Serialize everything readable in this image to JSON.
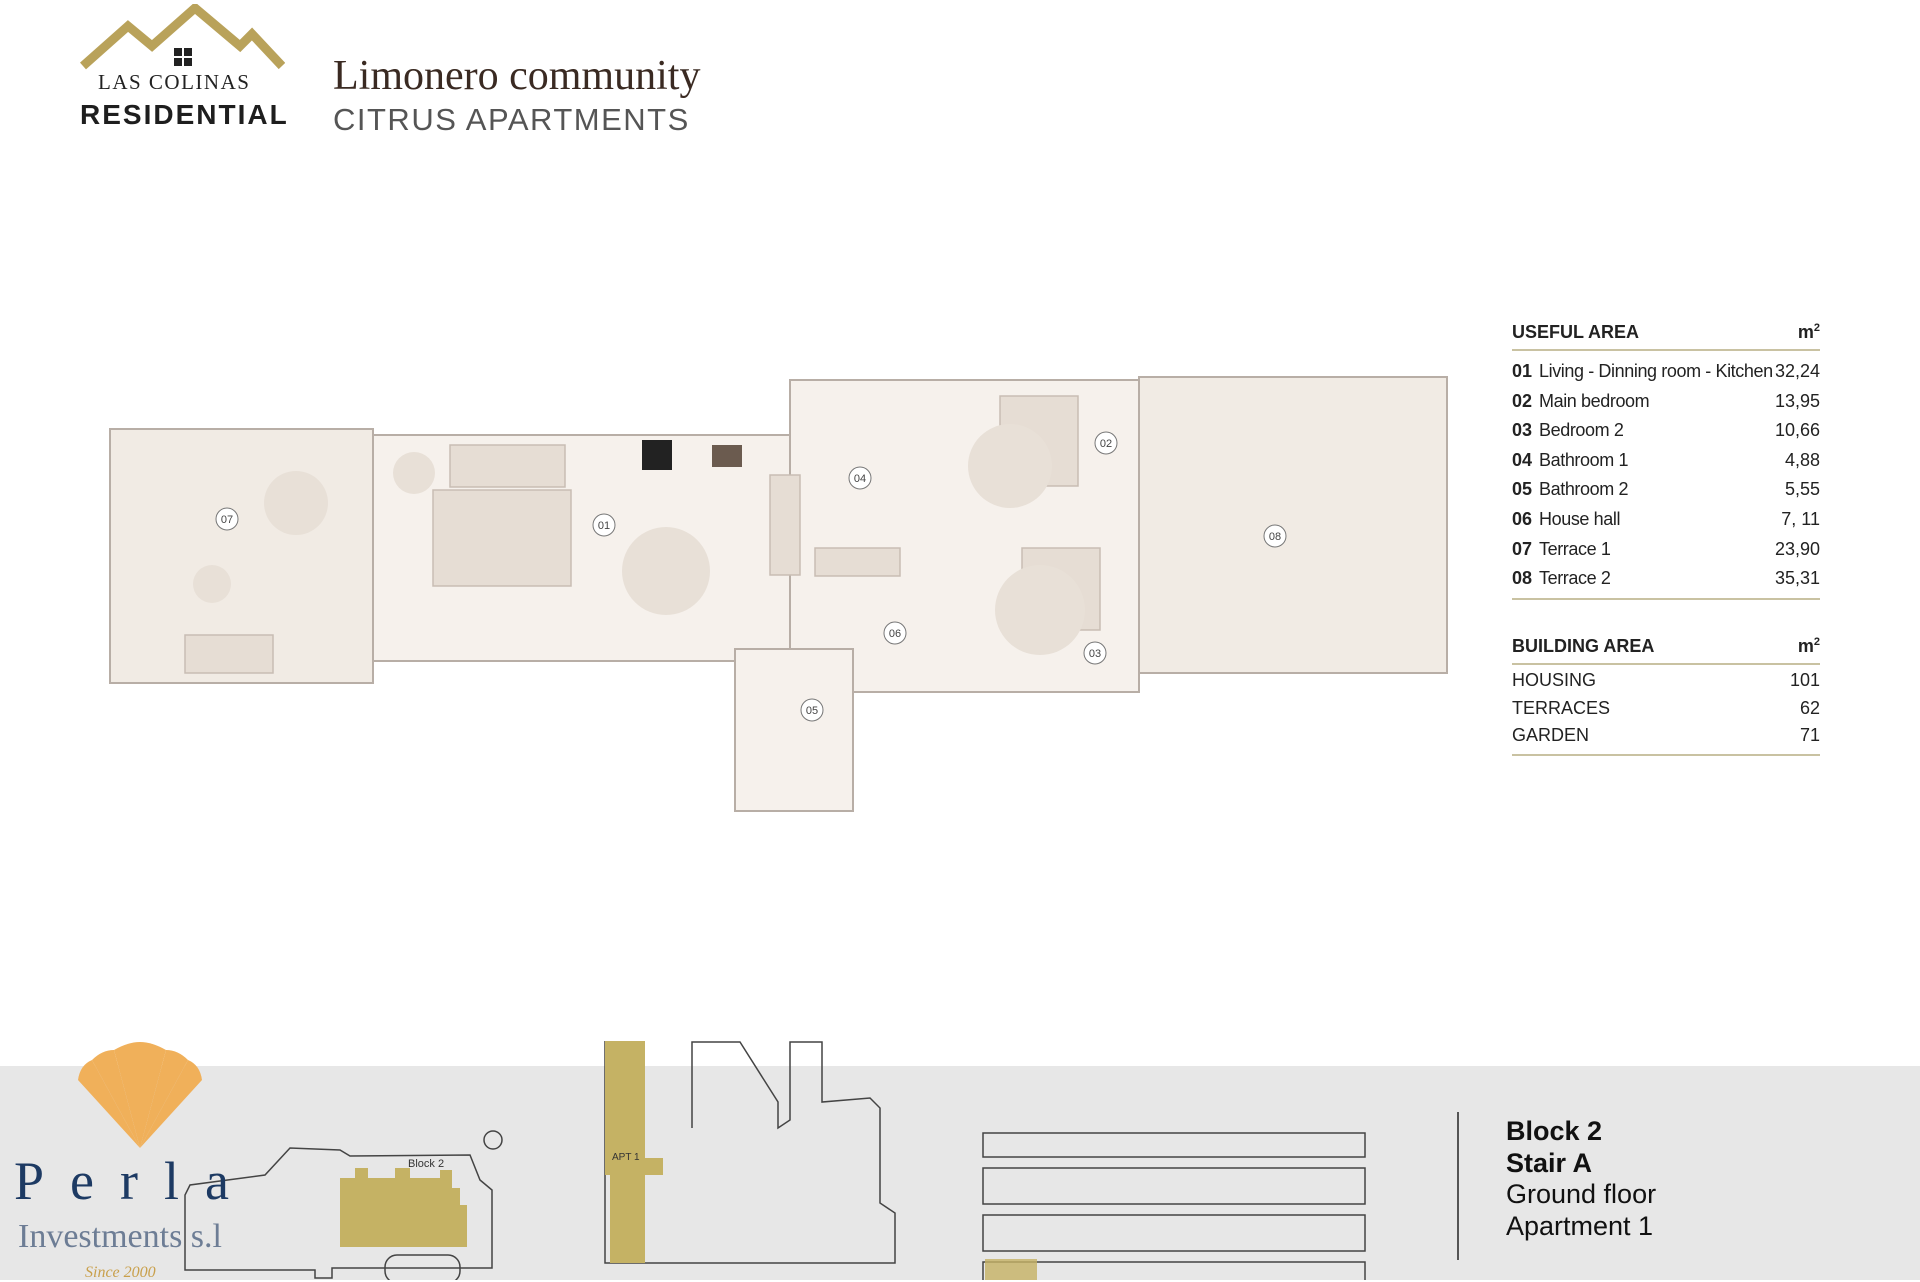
{
  "header": {
    "brand_line1": "LAS COLINAS",
    "brand_line2": "RESIDENTIAL",
    "title": "Limonero community",
    "subtitle": "CITRUS APARTMENTS"
  },
  "plan": {
    "room_labels": [
      "01",
      "02",
      "03",
      "04",
      "05",
      "06",
      "07",
      "08"
    ]
  },
  "useful_area": {
    "heading": "USEFUL AREA",
    "unit": "m",
    "unit_sup": "2",
    "rows": [
      {
        "num": "01",
        "label": "Living - Dinning room - Kitchen",
        "value": "32,24"
      },
      {
        "num": "02",
        "label": "Main bedroom",
        "value": "13,95"
      },
      {
        "num": "03",
        "label": "Bedroom 2",
        "value": "10,66"
      },
      {
        "num": "04",
        "label": "Bathroom 1",
        "value": "4,88"
      },
      {
        "num": "05",
        "label": "Bathroom 2",
        "value": "5,55"
      },
      {
        "num": "06",
        "label": "House hall",
        "value": "7, 11"
      },
      {
        "num": "07",
        "label": "Terrace 1",
        "value": "23,90"
      },
      {
        "num": "08",
        "label": "Terrace 2",
        "value": "35,31"
      }
    ]
  },
  "building_area": {
    "heading": "BUILDING AREA",
    "unit": "m",
    "unit_sup": "2",
    "rows": [
      {
        "label": "HOUSING",
        "value": "101"
      },
      {
        "label": "TERRACES",
        "value": "62"
      },
      {
        "label": "GARDEN",
        "value": "71"
      }
    ]
  },
  "footer": {
    "company_name": "Perla",
    "company_sub": "Investments s.l",
    "since": "Since 2000",
    "site_block_label": "Block 2",
    "stair_apt_label": "APT 1",
    "info": [
      "Block 2",
      "Stair A",
      "Ground floor",
      "Apartment 1"
    ]
  },
  "colors": {
    "gold": "#c5b264",
    "shell": "#f0b05a",
    "navy": "#1d3a63",
    "plan_fill": "#f1ebe4",
    "footer_bg": "#e7e7e7"
  }
}
